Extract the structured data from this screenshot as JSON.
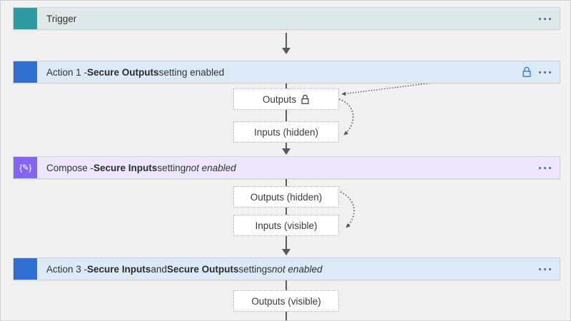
{
  "canvas": {
    "background_color": "#f1f1f1",
    "border_color": "#d2d2d2"
  },
  "workflow": {
    "rows": [
      {
        "id": "trigger",
        "icon_name": "trigger-icon",
        "icon_glyph": "",
        "accent_color": "#2c9a9f",
        "body_color": "#dfeae8",
        "label_prefix": "Trigger",
        "label_bold_1": "",
        "label_mid": "",
        "label_bold_2": "",
        "label_suffix": "",
        "label_italic": "",
        "has_lock": false,
        "menu": "..."
      },
      {
        "id": "action-1",
        "icon_name": "action-icon",
        "icon_glyph": "",
        "accent_color": "#2f6fd0",
        "body_color": "#dce9f7",
        "label_prefix": "Action 1 - ",
        "label_bold_1": "Secure Outputs",
        "label_mid": " setting enabled",
        "label_bold_2": "",
        "label_suffix": "",
        "label_italic": "",
        "has_lock": true,
        "lock_color": "#2f6fd0",
        "menu": "..."
      },
      {
        "id": "compose",
        "icon_name": "compose-icon",
        "icon_glyph": "{✎}",
        "accent_color": "#8464f2",
        "body_color": "#ece7fd",
        "label_prefix": "Compose - ",
        "label_bold_1": "Secure Inputs",
        "label_mid": " setting ",
        "label_bold_2": "",
        "label_suffix": "",
        "label_italic": "not enabled",
        "has_lock": false,
        "menu": "..."
      },
      {
        "id": "action-3",
        "icon_name": "action-icon",
        "icon_glyph": "",
        "accent_color": "#2f6fd0",
        "body_color": "#dce9f7",
        "label_prefix": "Action 3 - ",
        "label_bold_1": "Secure Inputs",
        "label_mid": " and ",
        "label_bold_2": "Secure Outputs",
        "label_suffix": " settings ",
        "label_italic": "not enabled",
        "has_lock": false,
        "menu": "..."
      }
    ],
    "data_boxes": [
      {
        "id": "action1-outputs",
        "text": "Outputs",
        "has_lock_glyph": true
      },
      {
        "id": "action1-inputs",
        "text": "Inputs (hidden)",
        "has_lock_glyph": false
      },
      {
        "id": "compose-outputs",
        "text": "Outputs (hidden)",
        "has_lock_glyph": false
      },
      {
        "id": "compose-inputs",
        "text": "Inputs (visible)",
        "has_lock_glyph": false
      },
      {
        "id": "action3-outputs",
        "text": "Outputs (visible)",
        "has_lock_glyph": false
      }
    ]
  }
}
